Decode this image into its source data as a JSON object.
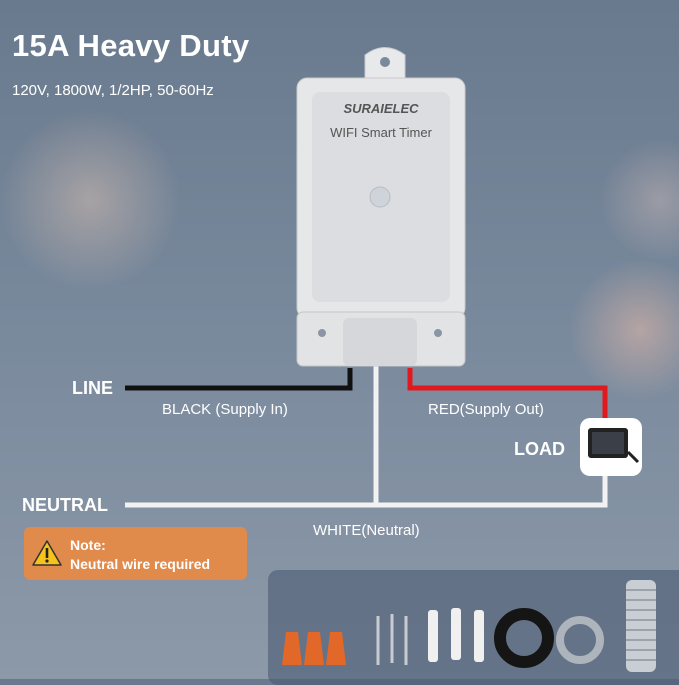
{
  "header": {
    "title": "15A Heavy Duty",
    "specs": "120V, 1800W, 1/2HP, 50-60Hz"
  },
  "device": {
    "brand": "SURAIELEC",
    "model": "WIFI Smart Timer"
  },
  "wiring": {
    "line": "LINE",
    "black": "BLACK (Supply In)",
    "red": "RED(Supply Out)",
    "load": "LOAD",
    "neutral": "NEUTRAL",
    "white": "WHITE(Neutral)"
  },
  "note": {
    "title": "Note:",
    "text": "Neutral wire required",
    "icon": "warning-icon"
  },
  "accessories": [
    "wire-nuts",
    "screws",
    "wall-anchors",
    "rubber-gasket",
    "lock-nut",
    "threaded-nipple"
  ],
  "colors": {
    "black_wire": "#111111",
    "red_wire": "#e0191e",
    "white_wire": "#f2f2f2",
    "note_bg": "#e08a4c"
  }
}
